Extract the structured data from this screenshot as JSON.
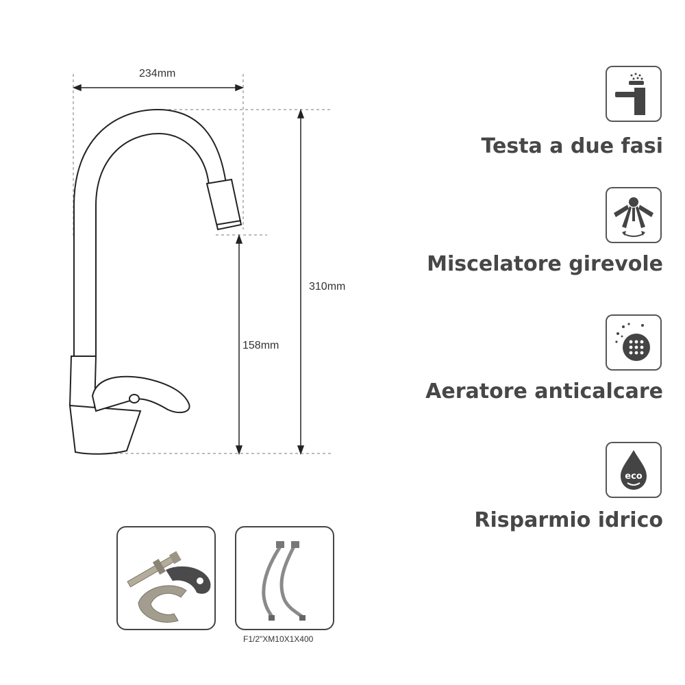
{
  "dimensions": {
    "width": "234mm",
    "height_total": "310mm",
    "height_spout": "158mm"
  },
  "features": [
    {
      "label": "Testa a due fasi",
      "icon": "faucet-icon"
    },
    {
      "label": "Miscelatore girevole",
      "icon": "rotating-spray-icon"
    },
    {
      "label": "Aeratore anticalcare",
      "icon": "aerator-icon"
    },
    {
      "label": "Risparmio idrico",
      "icon": "eco-water-drop-icon"
    }
  ],
  "accessories": {
    "hose_caption": "F1/2\"XM10X1X400"
  },
  "colors": {
    "text": "#474747",
    "outline": "#555555",
    "metal": "#9a9a9a"
  }
}
